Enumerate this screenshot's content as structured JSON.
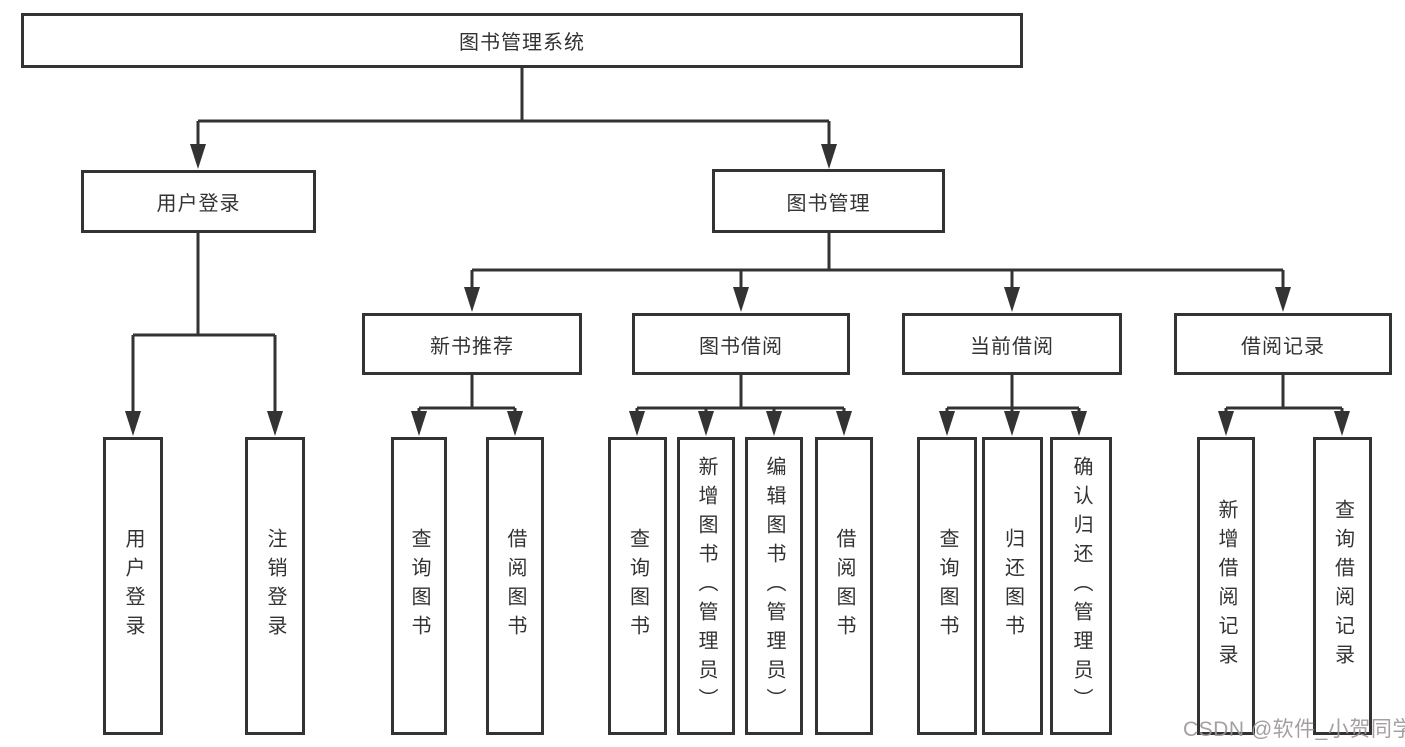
{
  "tree": {
    "root": "图书管理系统",
    "children": [
      {
        "label": "用户登录",
        "children": [
          "用户登录",
          "注销登录"
        ]
      },
      {
        "label": "图书管理",
        "children": [
          {
            "label": "新书推荐",
            "children": [
              "查询图书",
              "借阅图书"
            ]
          },
          {
            "label": "图书借阅",
            "children": [
              "查询图书",
              "新增图书（管理员）",
              "编辑图书（管理员）",
              "借阅图书"
            ]
          },
          {
            "label": "当前借阅",
            "children": [
              "查询图书",
              "归还图书",
              "确认归还（管理员）"
            ]
          },
          {
            "label": "借阅记录",
            "children": [
              "新增借阅记录",
              "查询借阅记录"
            ]
          }
        ]
      }
    ]
  },
  "watermark": {
    "text": "CSDN @软件_小贺同学"
  },
  "colors": {
    "line": "#333333",
    "box_border": "#333333",
    "watermark": "#9e9898"
  }
}
